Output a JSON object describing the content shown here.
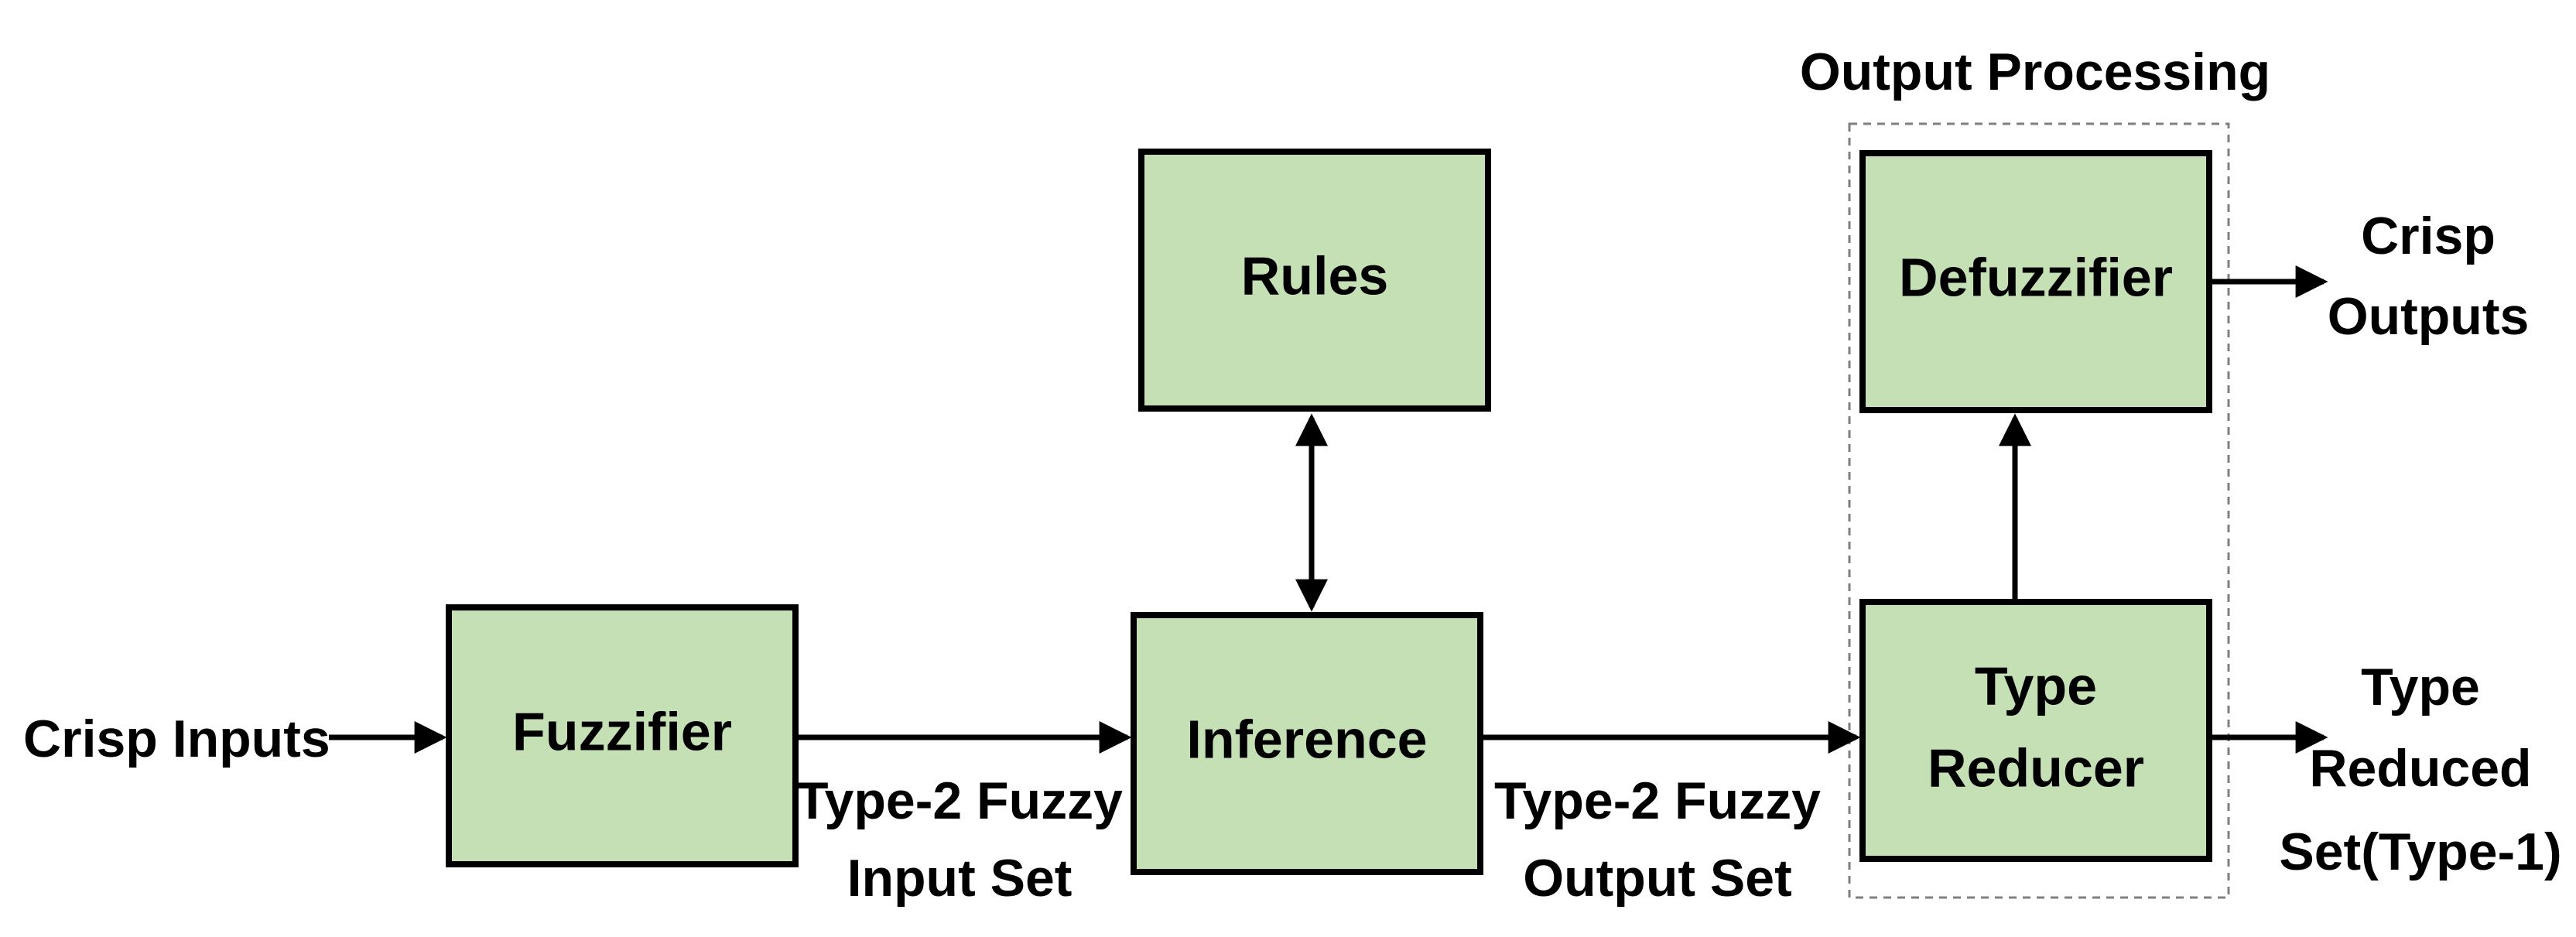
{
  "diagram": {
    "boxes": {
      "fuzzifier": "Fuzzifier",
      "rules": "Rules",
      "inference": "Inference",
      "defuzzifier": "Defuzzifier",
      "type_reducer": [
        "Type",
        "Reducer"
      ]
    },
    "labels": {
      "crisp_inputs": "Crisp Inputs",
      "type2_input_set": [
        "Type-2 Fuzzy",
        "Input Set"
      ],
      "type2_output_set": [
        "Type-2 Fuzzy",
        "Output Set"
      ],
      "crisp_outputs": [
        "Crisp",
        "Outputs"
      ],
      "type_reduced_set": [
        "Type",
        "Reduced",
        "Set(Type-1)"
      ],
      "output_processing": "Output Processing"
    },
    "colors": {
      "box_fill": "#c5e0b4",
      "box_stroke": "#000000",
      "group_border": "#7f7f7f"
    }
  }
}
